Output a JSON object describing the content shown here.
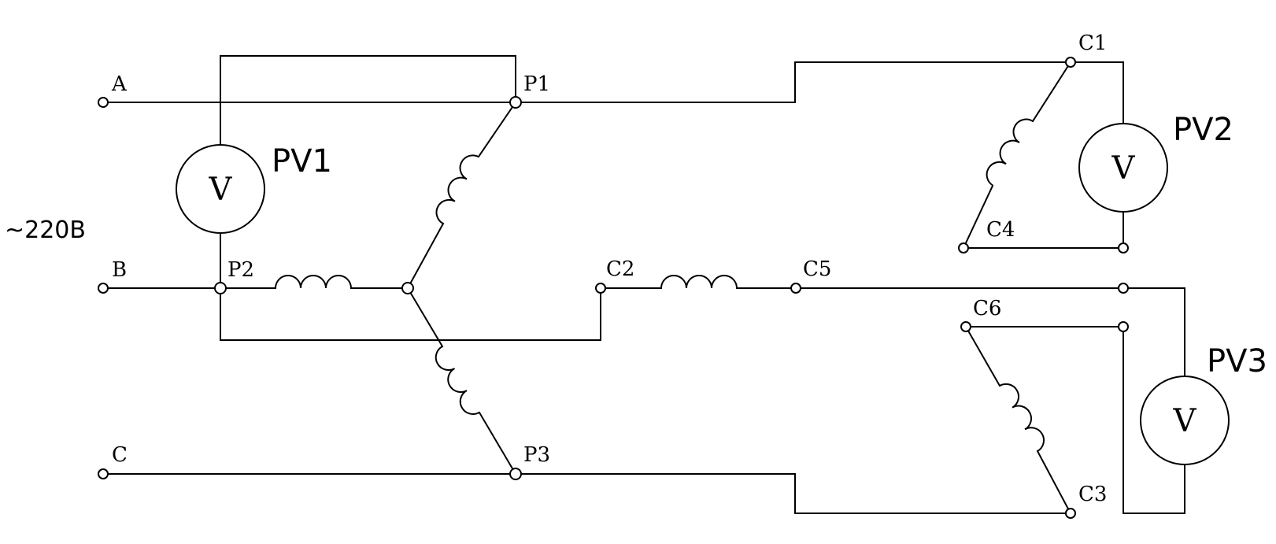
{
  "supply": {
    "voltage_label": "~220В"
  },
  "lines": {
    "a": "A",
    "b": "B",
    "c": "C"
  },
  "primary_terminals": {
    "p1": "P1",
    "p2": "P2",
    "p3": "P3"
  },
  "secondary_terminals": {
    "c1": "C1",
    "c2": "C2",
    "c3": "C3",
    "c4": "C4",
    "c5": "C5",
    "c6": "C6"
  },
  "voltmeters": {
    "pv1": {
      "name": "PV1",
      "symbol": "V"
    },
    "pv2": {
      "name": "PV2",
      "symbol": "V"
    },
    "pv3": {
      "name": "PV3",
      "symbol": "V"
    }
  }
}
